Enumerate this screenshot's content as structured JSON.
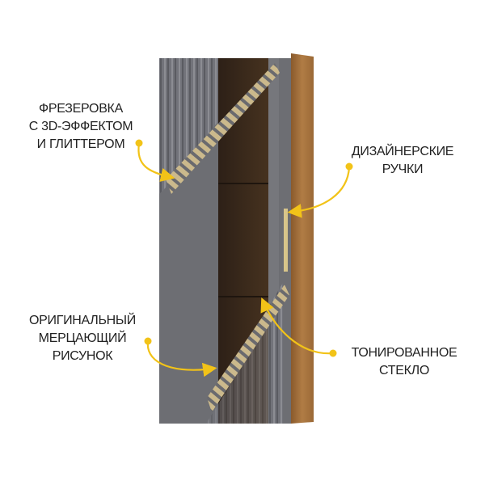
{
  "callouts": [
    {
      "id": "milling",
      "lines": [
        "ФРЕЗЕРОВКА",
        "С 3D-ЭФФЕКТОМ",
        "И ГЛИТТЕРОМ"
      ]
    },
    {
      "id": "handles",
      "lines": [
        "ДИЗАЙНЕРСКИЕ",
        "РУЧКИ"
      ]
    },
    {
      "id": "pattern",
      "lines": [
        "ОРИГИНАЛЬНЫЙ",
        "МЕРЦАЮЩИЙ",
        "РИСУНОК"
      ]
    },
    {
      "id": "glass",
      "lines": [
        "ТОНИРОВАННОЕ",
        "СТЕКЛО"
      ]
    }
  ],
  "colors": {
    "accent": "#f2c318",
    "panel": "#6f7075",
    "glass": "#3a2a1e",
    "wood": "#a8743f"
  }
}
